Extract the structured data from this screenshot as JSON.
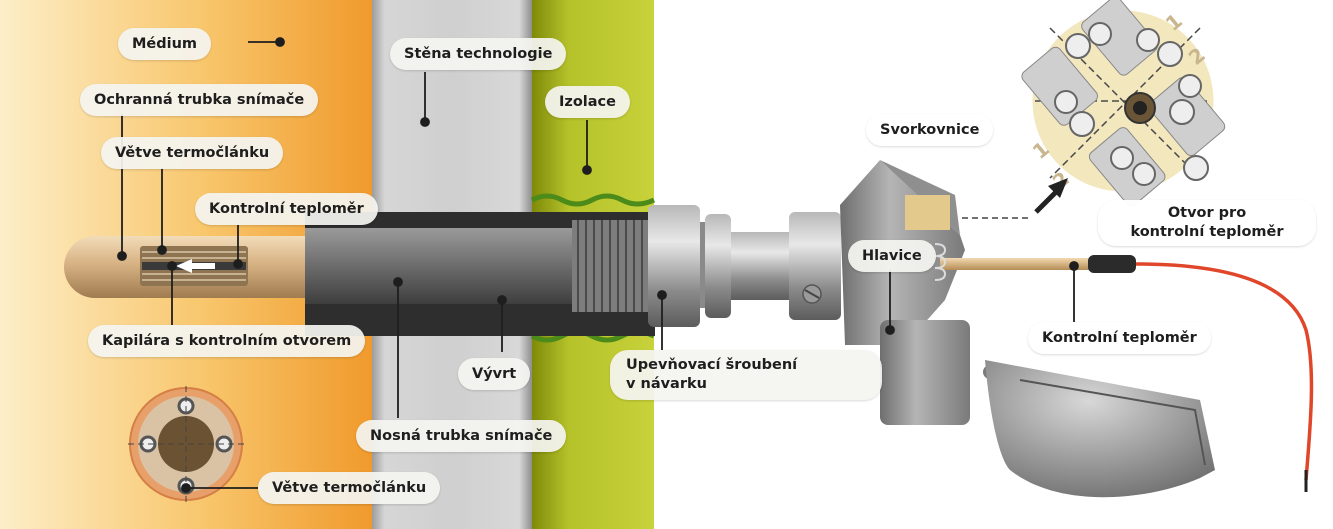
{
  "labels": {
    "medium": "Médium",
    "ochranna_trubka": "Ochranná trubka snímače",
    "vetve_top": "Větve termočlánku",
    "kontrolni_teplomer_left": "Kontrolní teploměr",
    "kapilara": "Kapilára s kontrolním otvorem",
    "vetve_bottom": "Větve termočlánku",
    "stena": "Stěna technologie",
    "izolace": "Izolace",
    "vyvrt": "Vývrt",
    "nosna_trubka": "Nosná trubka snímače",
    "upevnovaci_1": "Upevňovací šroubení",
    "upevnovaci_2": "v návarku",
    "svorkovnice": "Svorkovnice",
    "hlavice": "Hlavice",
    "otvor_1": "Otvor pro",
    "otvor_2": "kontrolní teploměr",
    "kontrolni_teplomer_right": "Kontrolní teploměr"
  },
  "terminal_numbers": [
    "1",
    "2",
    "1",
    "2"
  ],
  "colors": {
    "medium_light": "#fde9bd",
    "medium_dark": "#f3a43a",
    "wall": "#c9c9c9",
    "insulation": "#a9b41a",
    "tube": "#6f6f6f",
    "sheath": "#d7b487",
    "cable_red": "#e0462a"
  },
  "icons": [
    "white-arrow-icon",
    "black-arrow-icon"
  ]
}
